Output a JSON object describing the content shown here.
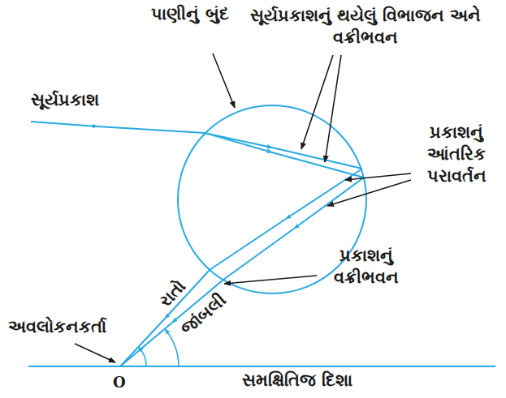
{
  "diagram": {
    "labels": [
      "પાણીનું બુંદ",
      "સૂર્યપ્રકાશનું થયેલું વિભાજન અને વક્રીભવન",
      "સૂર્યપ્રકાશ",
      "પ્રકાશનું આંતરિક પરાવર્તન",
      "રાતો",
      "જાંબલી",
      "પ્રકાશનું વક્રીભવન",
      "અવલોકનકર્તા",
      "O",
      "સમક્ષિતિજ દિશા"
    ]
  }
}
